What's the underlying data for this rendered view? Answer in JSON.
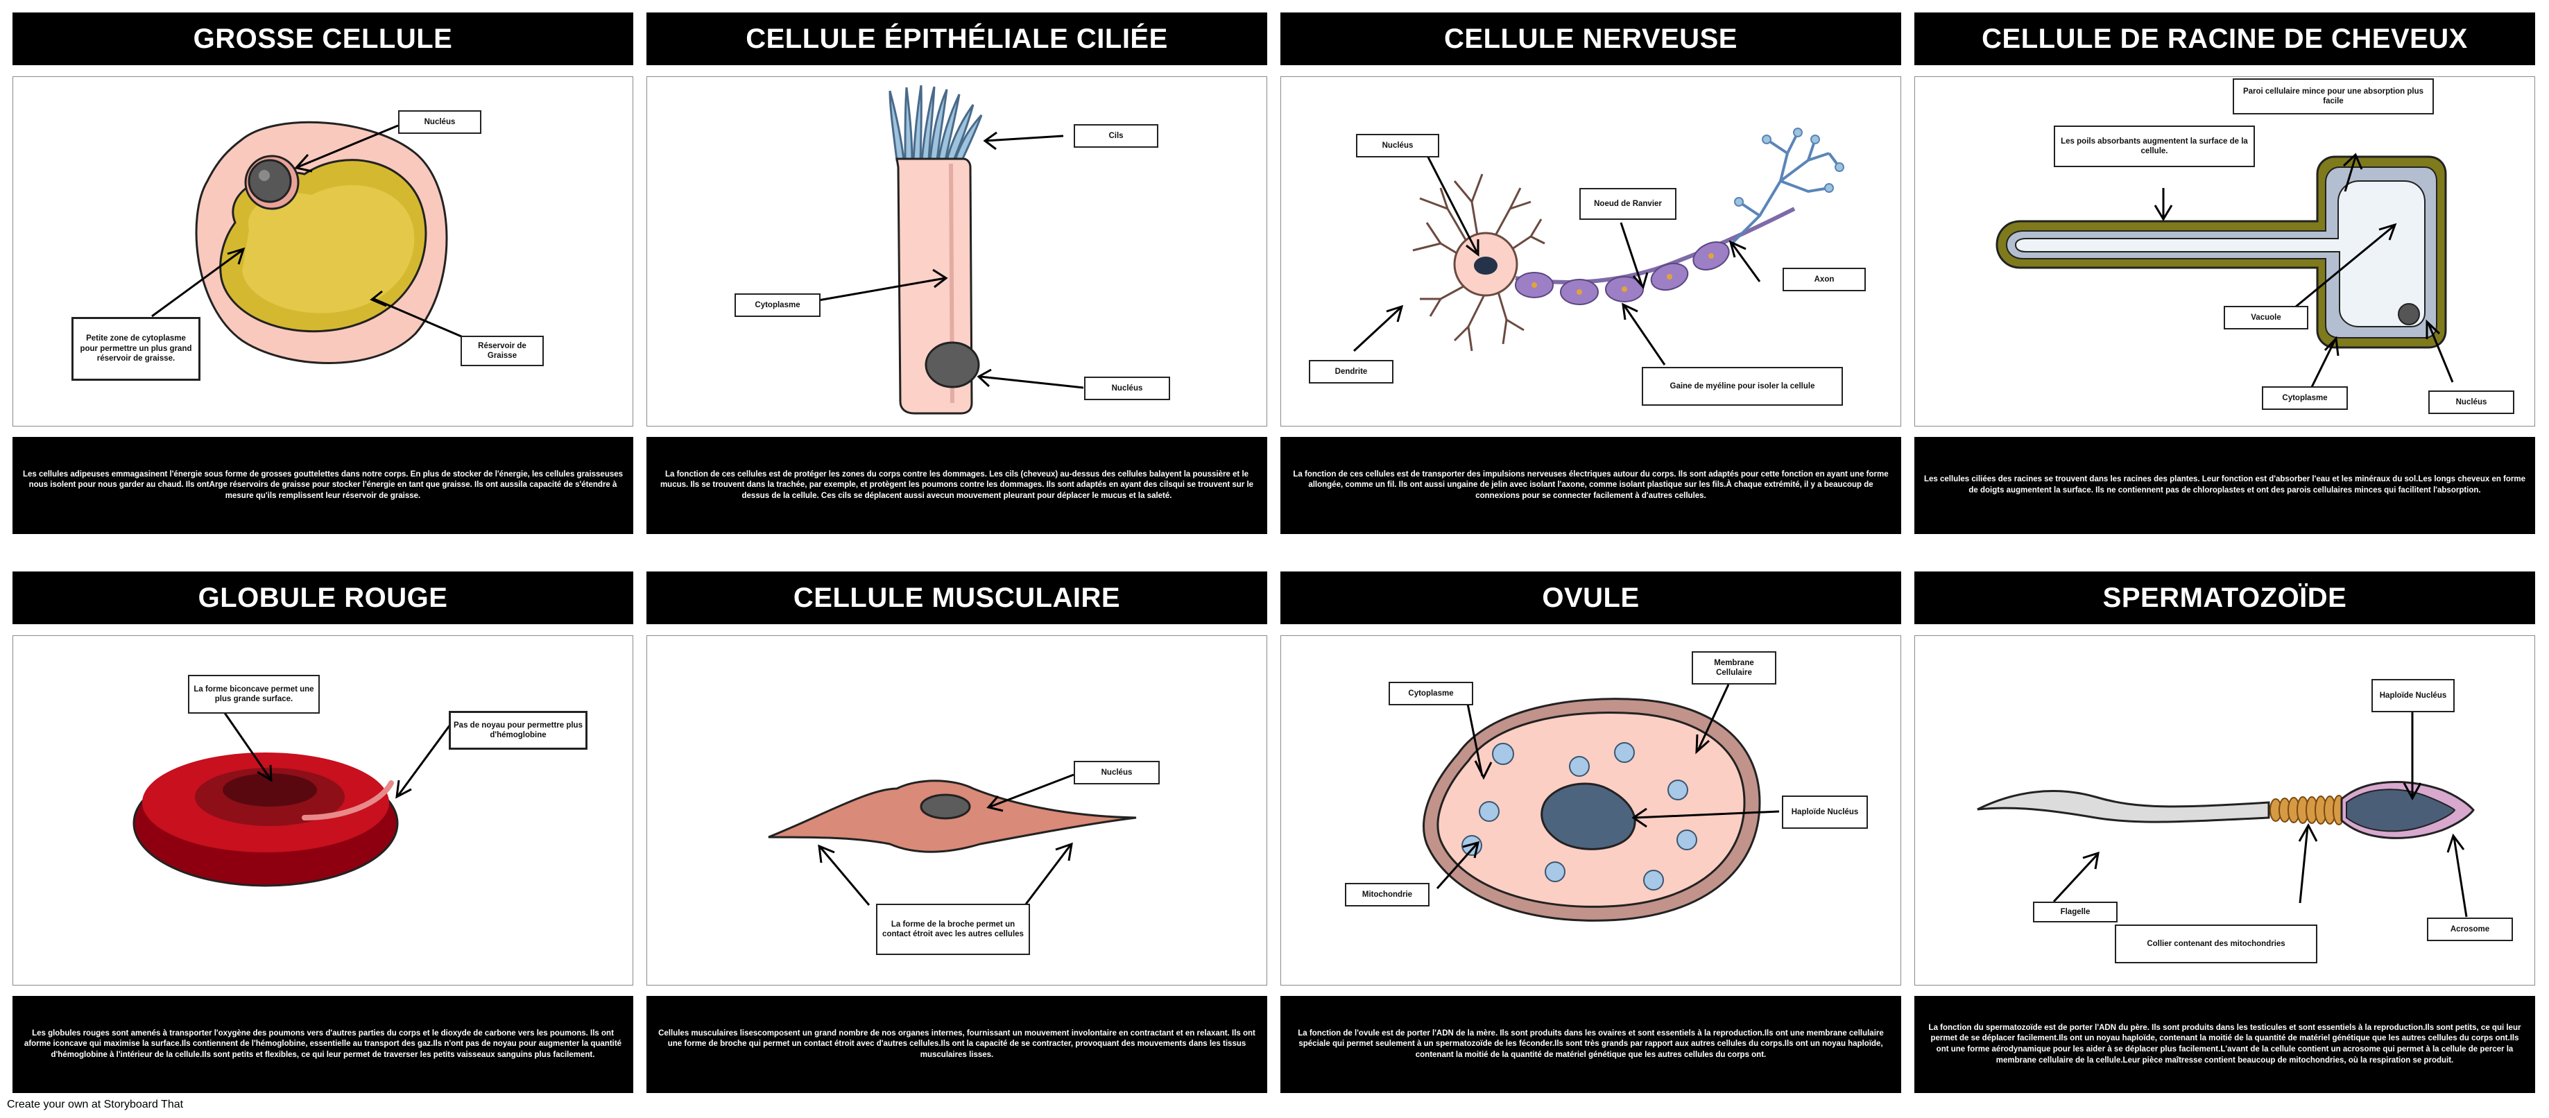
{
  "cells": [
    {
      "title": "GROSSE CELLULE",
      "labels": [
        "Nucléus",
        "Petite zone de cytoplasme pour permettre un plus grand réservoir de graisse.",
        "Réservoir de Graisse"
      ],
      "description": "Les cellules adipeuses emmagasinent l'énergie sous forme de grosses gouttelettes dans notre corps. En plus de stocker de l'énergie, les cellules graisseuses nous isolent pour nous garder au chaud. Ils ontArge réservoirs de graisse pour stocker l'énergie en tant que graisse. Ils ont aussila capacité de s'étendre à mesure qu'ils remplissent leur réservoir de graisse."
    },
    {
      "title": "CELLULE ÉPITHÉLIALE CILIÉE",
      "labels": [
        "Cils",
        "Cytoplasme",
        "Nucléus"
      ],
      "description": "La fonction de ces cellules est de protéger les zones du corps contre les dommages. Les cils (cheveux) au-dessus des cellules balayent la poussière et le mucus. Ils se trouvent dans la trachée, par exemple, et protègent les poumons contre les dommages. Ils sont adaptés en ayant des cilsqui se trouvent sur le dessus de la cellule. Ces cils se déplacent aussi avecun mouvement pleurant pour déplacer le mucus et la saleté."
    },
    {
      "title": "CELLULE NERVEUSE",
      "labels": [
        "Nucléus",
        "Noeud de Ranvier",
        "Axon",
        "Dendrite",
        "Gaine de myéline pour isoler la cellule"
      ],
      "description": "La fonction de ces cellules est de transporter des impulsions nerveuses électriques autour du corps. Ils sont adaptés pour cette fonction en ayant une forme allongée, comme un fil. Ils ont aussi ungaine de jelin avec isolant l'axone, comme isolant plastique sur les fils.À chaque extrémité, il y a beaucoup de connexions pour se connecter facilement à d'autres cellules."
    },
    {
      "title": "CELLULE DE RACINE DE CHEVEUX",
      "labels": [
        "Paroi cellulaire mince pour une absorption plus facile",
        "Les poils absorbants augmentent la surface de la cellule.",
        "Vacuole",
        "Cytoplasme",
        "Nucléus"
      ],
      "description": "Les cellules ciliées des racines se trouvent dans les racines des plantes. Leur fonction est d'absorber l'eau et les minéraux du sol.Les longs cheveux en forme de doigts augmentent la surface. Ils ne contiennent pas de chloroplastes et ont des parois cellulaires minces qui facilitent l'absorption."
    },
    {
      "title": "GLOBULE ROUGE",
      "labels": [
        "La forme biconcave permet une plus grande surface.",
        "Pas de noyau pour permettre plus d'hémoglobine"
      ],
      "description": "Les globules rouges sont amenés à transporter l'oxygène des poumons vers d'autres parties du corps et le dioxyde de carbone vers les poumons. Ils ont aforme iconcave qui maximise la surface.Ils contiennent de l'hémoglobine, essentielle au transport des gaz.Ils n'ont pas de noyau pour augmenter la quantité d'hémoglobine à l'intérieur de la cellule.Ils sont petits et flexibles, ce qui leur permet de traverser les petits vaisseaux sanguins plus facilement."
    },
    {
      "title": "CELLULE MUSCULAIRE",
      "labels": [
        "Nucléus",
        "La forme de la broche permet un contact étroit avec les autres cellules"
      ],
      "description": "Cellules musculaires lisescomposent un grand nombre de nos organes internes, fournissant un mouvement involontaire en contractant et en relaxant. Ils ont une forme de broche qui permet un contact étroit avec d'autres cellules.Ils ont la capacité de se contracter, provoquant des mouvements dans les tissus musculaires lisses."
    },
    {
      "title": "OVULE",
      "labels": [
        "Cytoplasme",
        "Membrane Cellulaire",
        "Haploïde Nucléus",
        "Mitochondrie"
      ],
      "description": "La fonction de l'ovule est de porter l'ADN de la mère. Ils sont produits dans les ovaires et sont essentiels à la reproduction.Ils ont une membrane cellulaire spéciale qui permet seulement à un spermatozoïde de les féconder.Ils sont très grands par rapport aux autres cellules du corps.Ils ont un noyau haploïde, contenant la moitié de la quantité de matériel génétique que les autres cellules du corps ont."
    },
    {
      "title": "SPERMATOZOÏDE",
      "labels": [
        "Haploïde Nucléus",
        "Flagelle",
        "Collier contenant des mitochondries",
        "Acrosome"
      ],
      "description": "La fonction du spermatozoïde est de porter l'ADN du père. Ils sont produits dans les testicules et sont essentiels à la reproduction.Ils sont petits, ce qui leur permet de se déplacer facilement.Ils ont un noyau haploïde, contenant la moitié de la quantité de matériel génétique que les autres cellules du corps ont.Ils ont une forme aérodynamique pour les aider à se déplacer plus facilement.L'avant de la cellule contient un acrosome qui permet à la cellule de percer la membrane cellulaire de la cellule.Leur pièce maîtresse contient beaucoup de mitochondries, où la respiration se produit."
    }
  ],
  "footer": "Create your own at Storyboard That"
}
